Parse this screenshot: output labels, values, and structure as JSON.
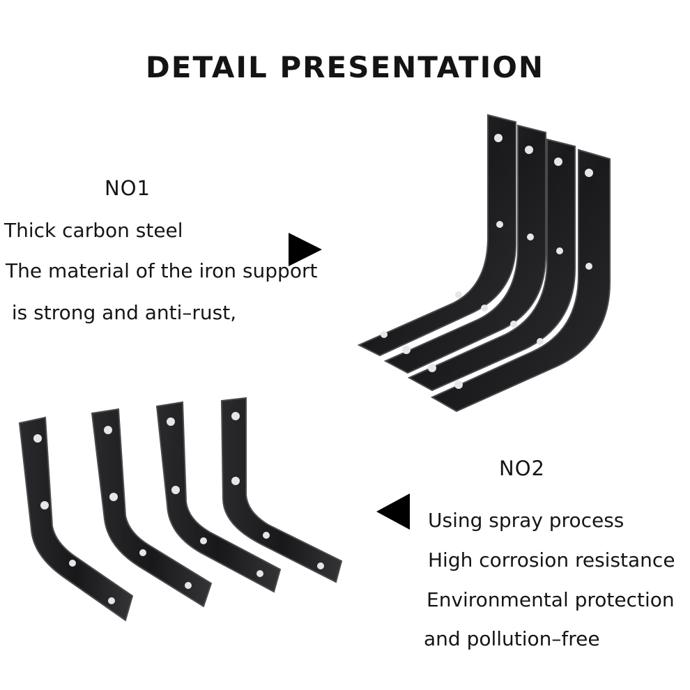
{
  "title": "DETAIL PRESENTATION",
  "section1": {
    "heading": "NO1",
    "lines": [
      "Thick carbon steel",
      "The material of the iron support",
      " is strong and anti–rust,"
    ]
  },
  "section2": {
    "heading": "NO2",
    "lines": [
      "Using spray process",
      "High corrosion resistance",
      "Environmental protection",
      "and pollution–free"
    ]
  },
  "icons": {
    "arrow_right": "triangle-right-icon",
    "arrow_left": "triangle-left-icon"
  },
  "colors": {
    "bracket": "#1c1c1e",
    "bracket_edge": "#3a3a3d",
    "text": "#151515",
    "background": "#ffffff"
  }
}
